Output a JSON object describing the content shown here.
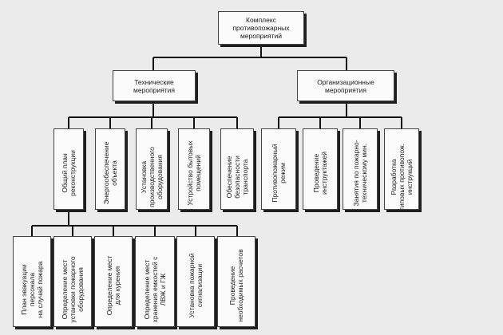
{
  "diagram": {
    "root": "Комплекс\nпротивопожарных\nмероприятий",
    "technical": {
      "label": "Технические\nмероприятия",
      "items": [
        "Общий план\nреконструкции",
        "Энергообеспечение\nобъекта",
        "Установка\nпроизводственного\nоборудования",
        "Устройство бытовых\nпомещений",
        "Обеспечение\nбезопасности\nтранспорта"
      ],
      "plan_items": [
        "План эвакуации\nперсонала\nна случай пожара",
        "Определение мест\nустановки пожарного\nоборудования",
        "Определение мест\nдля курения",
        "Определение мест\nхранения емкостей с\nЛВЖ и ГЖ",
        "Установка пожарной\nсигнализации",
        "Проведение\nнеобходимых расчетов"
      ]
    },
    "organizational": {
      "label": "Организационные\nмероприятия",
      "items": [
        "Противопожарный\nрежим",
        "Проведение\nинструктажей",
        "Занятия по пожарно-\nтехническому мин.",
        "Разработка\nтиповых противопож.\nинструкций"
      ]
    }
  }
}
